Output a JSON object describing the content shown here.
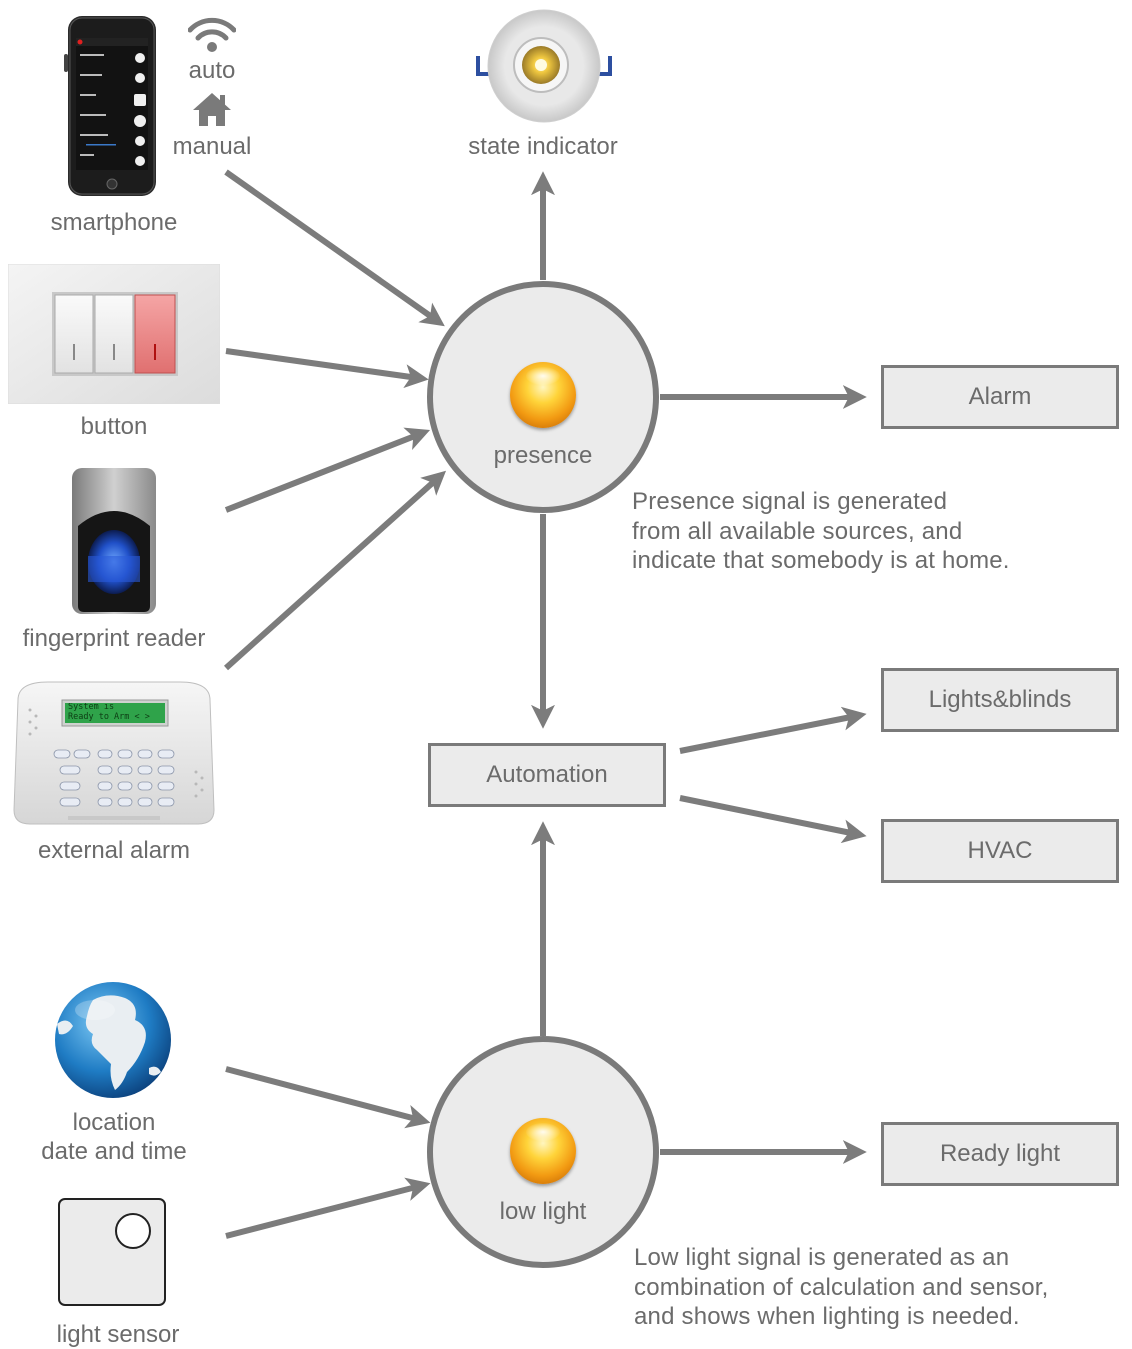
{
  "inputs": {
    "smartphone": "smartphone",
    "auto": "auto",
    "manual": "manual",
    "button": "button",
    "fingerprint_reader": "fingerprint reader",
    "external_alarm": "external alarm",
    "location_line1": "location",
    "location_line2": "date and time",
    "light_sensor": "light sensor",
    "keypad_display_line1": "System is",
    "keypad_display_line2": "Ready to Arm  < >"
  },
  "outputs": {
    "state_indicator": "state indicator",
    "alarm": "Alarm",
    "lights_blinds": "Lights&blinds",
    "hvac": "HVAC",
    "ready_light": "Ready light"
  },
  "nodes": {
    "presence": "presence",
    "low_light": "low light",
    "automation": "Automation"
  },
  "notes": {
    "presence": [
      "Presence signal is generated",
      "from all available sources, and",
      "indicate that somebody is at home."
    ],
    "low_light": [
      "Low light signal is generated as an",
      "combination of calculation and sensor,",
      "and shows when lighting is needed."
    ]
  },
  "colors": {
    "arrow": "#7c7c7c",
    "node_fill": "#ebebeb",
    "node_border": "#7a7a7a",
    "text": "#6b6b6b",
    "lamp": "#f5a623"
  },
  "icons": {
    "wifi": "wifi-icon",
    "home": "home-icon",
    "globe": "globe-icon"
  }
}
